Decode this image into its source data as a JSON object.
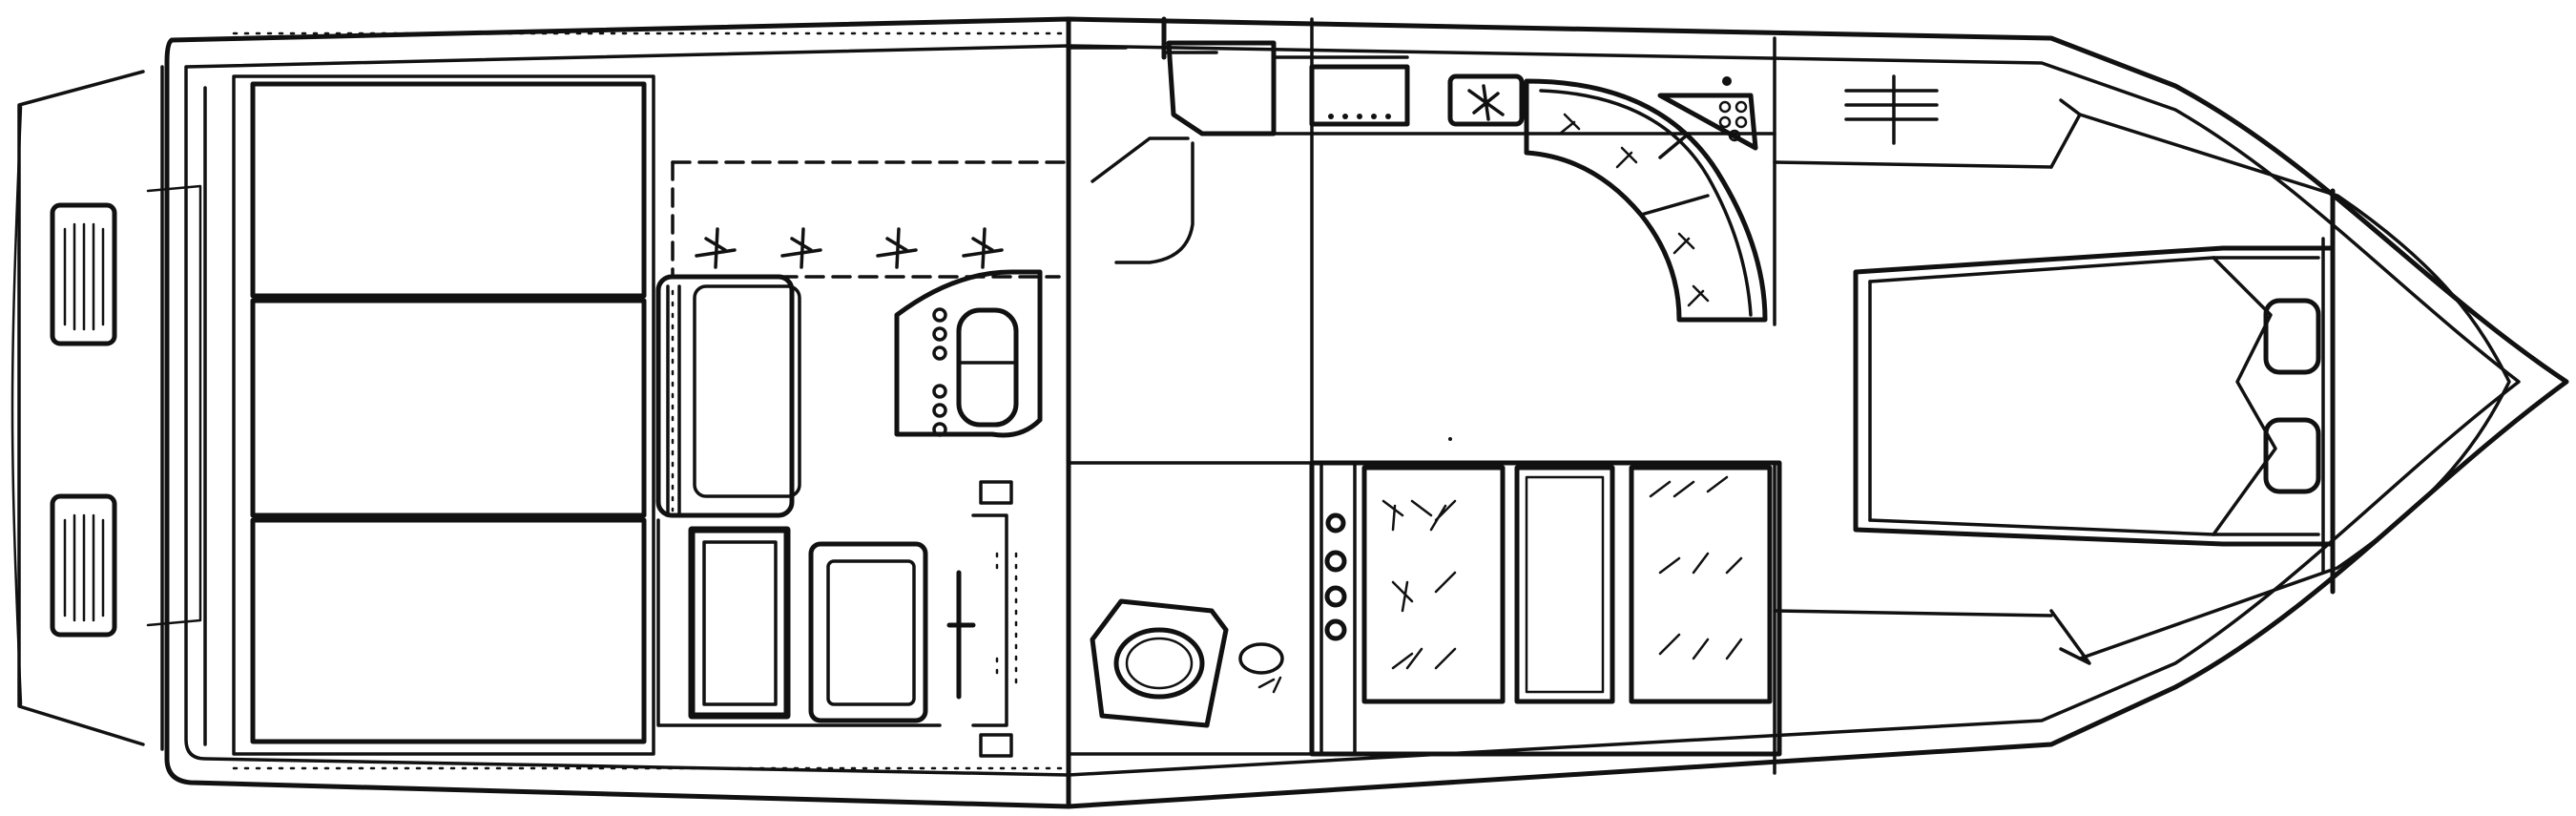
{
  "diagram": {
    "type": "floor-plan",
    "subject": "boat-deck-layout",
    "stroke_color": "#111111",
    "background_color": "#ffffff",
    "areas": [
      {
        "id": "swim-platform"
      },
      {
        "id": "cockpit-seating"
      },
      {
        "id": "helm"
      },
      {
        "id": "galley"
      },
      {
        "id": "dinette"
      },
      {
        "id": "head"
      },
      {
        "id": "forward-vberth"
      }
    ],
    "labels": []
  }
}
